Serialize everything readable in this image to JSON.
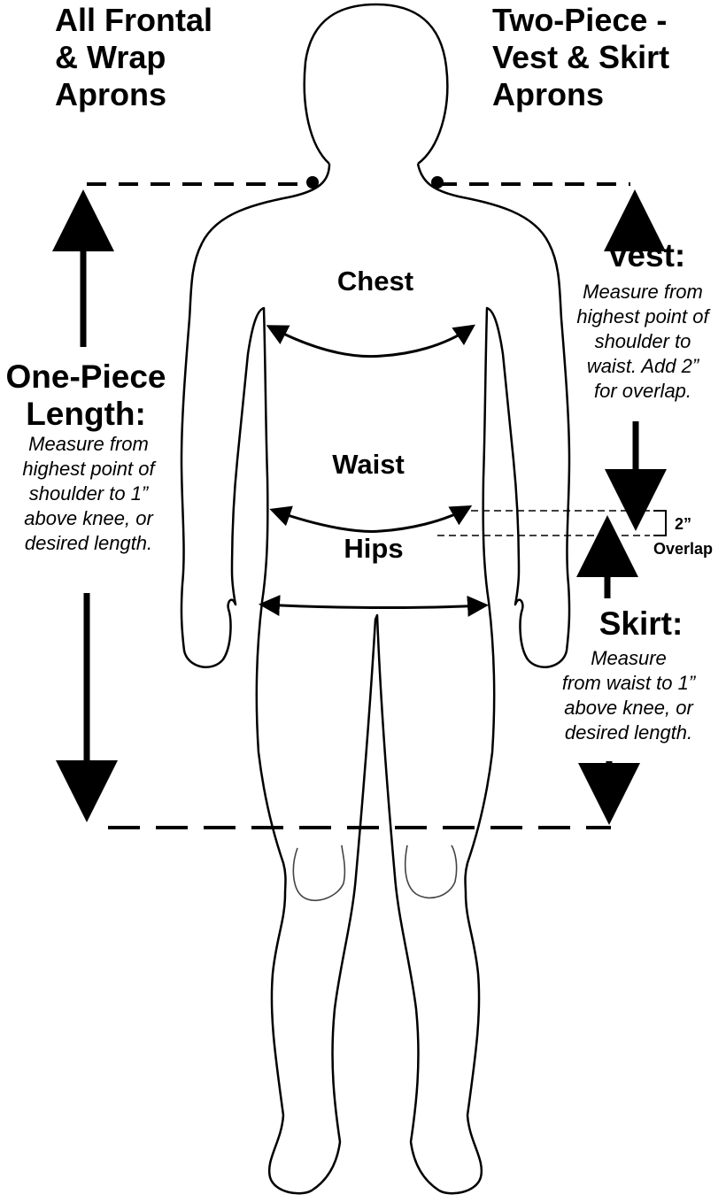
{
  "headers": {
    "left": "All Frontal\n& Wrap\nAprons",
    "right": "Two-Piece -\nVest & Skirt\nAprons"
  },
  "measurements": {
    "chest": "Chest",
    "waist": "Waist",
    "hips": "Hips"
  },
  "one_piece": {
    "title": "One-Piece\nLength:",
    "note": "Measure from\nhighest point of\nshoulder to 1”\nabove knee, or\ndesired length."
  },
  "vest": {
    "title": "Vest:",
    "note": "Measure from\nhighest point of\nshoulder to\nwaist. Add 2”\nfor overlap."
  },
  "skirt": {
    "title": "Skirt:",
    "note": "Measure\nfrom waist to 1”\nabove knee, or\ndesired length."
  },
  "overlap": {
    "value": "2”",
    "label": "Overlap"
  }
}
